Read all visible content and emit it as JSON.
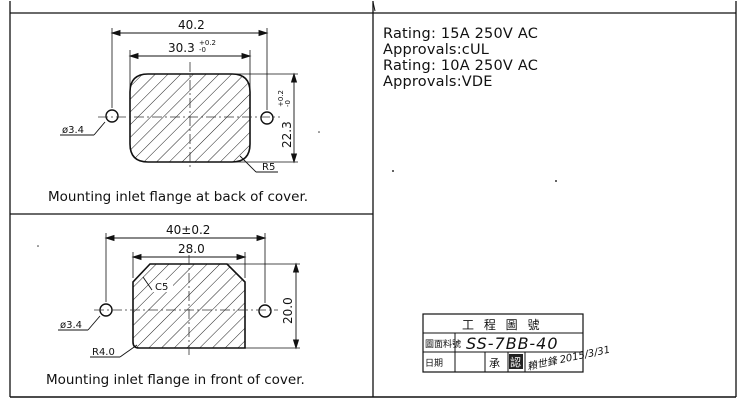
{
  "top_drawing": {
    "dims": {
      "overall_width": "40.2",
      "inner_width": "30.3",
      "inner_width_tol_upper": "+0.2",
      "inner_width_tol_lower": "-0",
      "height": "22.3",
      "height_tol_upper": "+0.2",
      "height_tol_lower": "-0",
      "hole": "ø3.4",
      "radius": "R5"
    },
    "caption": "Mounting inlet flange at back of cover."
  },
  "bottom_drawing": {
    "dims": {
      "overall_width": "40±0.2",
      "inner_width": "28.0",
      "height": "20.0",
      "hole": "ø3.4",
      "chamfer": "C5",
      "radius": "R4.0"
    },
    "caption": "Mounting inlet flange in front of cover."
  },
  "ratings": [
    "Rating:  15A  250V  AC",
    "Approvals:cUL",
    "Rating:  10A  250V  AC",
    "Approvals:VDE"
  ],
  "stamp": {
    "title": "工 程 圖 號",
    "row1_label": "圖面料號",
    "row1_value": "SS-7BB-40",
    "row2_label": "日期",
    "row2_mark": "承",
    "row2_box": "認",
    "row2_sign": "賴世鋒 2015/3/31"
  }
}
